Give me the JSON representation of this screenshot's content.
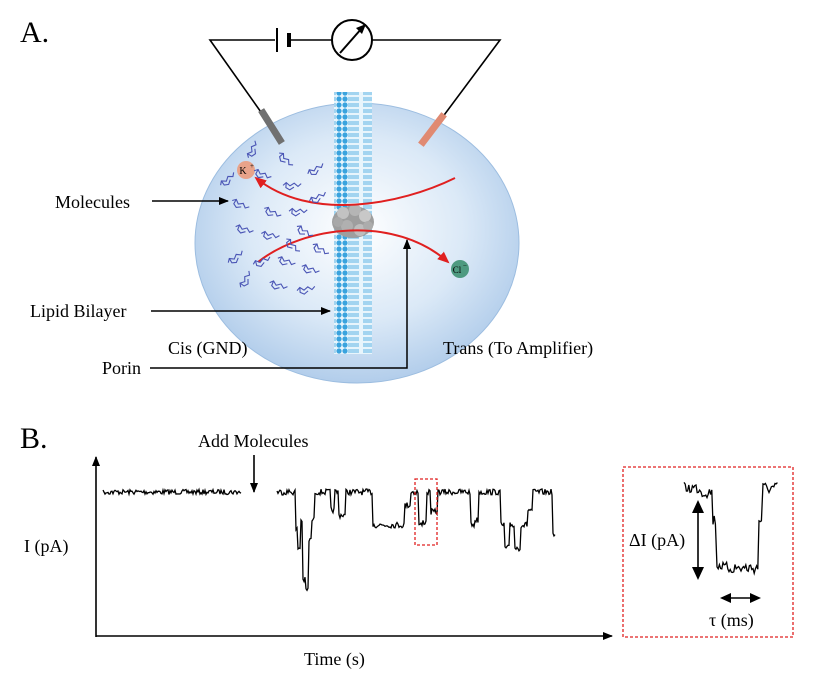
{
  "panel_a": {
    "label": "A.",
    "molecules_label": "Molecules",
    "lipid_bilayer_label": "Lipid Bilayer",
    "porin_label": "Porin",
    "cis_label": "Cis (GND)",
    "trans_label": "Trans (To Amplifier)",
    "potassium_ion": "K",
    "potassium_charge": "+",
    "chloride_ion": "Cl",
    "chloride_charge": "−"
  },
  "panel_b": {
    "label": "B.",
    "add_molecules_label": "Add Molecules",
    "y_axis_label": "I (pA)",
    "x_axis_label": "Time (s)",
    "delta_i_label": "ΔI (pA)",
    "tau_label": "τ (ms)"
  },
  "colors": {
    "chamber": "#bcd6f0",
    "bilayer": "#4fb3e6",
    "ion_path": "#e02020",
    "potassium": "#e8a38a",
    "chloride": "#4e9a80",
    "molecule": "#4a55b5",
    "highlight_box": "#e02020",
    "electrode_left": "#707070",
    "electrode_right": "#e08a72"
  }
}
